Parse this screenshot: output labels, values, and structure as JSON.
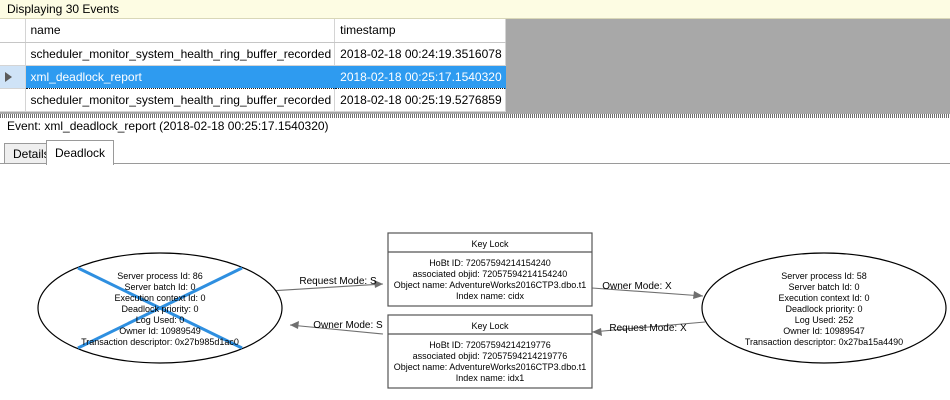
{
  "window": {
    "status_bar": "Displaying 30 Events"
  },
  "events_grid": {
    "columns": [
      "name",
      "timestamp"
    ],
    "rows": [
      {
        "selected": false,
        "indicator": "",
        "name": "scheduler_monitor_system_health_ring_buffer_recorded",
        "timestamp": "2018-02-18 00:24:19.3516078"
      },
      {
        "selected": true,
        "indicator": "row-selector-arrow",
        "name": "xml_deadlock_report",
        "timestamp": "2018-02-18 00:25:17.1540320"
      },
      {
        "selected": false,
        "indicator": "",
        "name": "scheduler_monitor_system_health_ring_buffer_recorded",
        "timestamp": "2018-02-18 00:25:19.5276859"
      }
    ],
    "selection_color": "#2e9bf0",
    "selector_color": "#cfe3f7",
    "empty_area_color": "#a8a8a8"
  },
  "event_detail": {
    "header": "Event: xml_deadlock_report (2018-02-18 00:25:17.1540320)",
    "tabs": [
      {
        "label": "Details",
        "active": false
      },
      {
        "label": "Deadlock",
        "active": true
      }
    ]
  },
  "deadlock_graph": {
    "victim_color": "#2e8fe0",
    "processes": [
      {
        "id": "process-left",
        "victim": true,
        "lines": [
          "Server process Id: 86",
          "Server batch Id: 0",
          "Execution context Id: 0",
          "Deadlock priority: 0",
          "Log Used: 0",
          "Owner Id: 10989549",
          "Transaction descriptor: 0x27b985d1ac0"
        ]
      },
      {
        "id": "process-right",
        "victim": false,
        "lines": [
          "Server process Id: 58",
          "Server batch Id: 0",
          "Execution context Id: 0",
          "Deadlock priority: 0",
          "Log Used: 252",
          "Owner Id: 10989547",
          "Transaction descriptor: 0x27ba15a4490"
        ]
      }
    ],
    "resources": [
      {
        "id": "key-lock-top",
        "title": "Key Lock",
        "lines": [
          "HoBt ID: 72057594214154240",
          "associated objid: 72057594214154240",
          "Object name: AdventureWorks2016CTP3.dbo.t1",
          "Index name: cidx"
        ]
      },
      {
        "id": "key-lock-bottom",
        "title": "Key Lock",
        "lines": [
          "HoBt ID: 72057594214219776",
          "associated objid: 72057594214219776",
          "Object name: AdventureWorks2016CTP3.dbo.t1",
          "Index name: idx1"
        ]
      }
    ],
    "edges": [
      {
        "id": "edge-left-request-top",
        "label": "Request Mode: S"
      },
      {
        "id": "edge-top-owner-right",
        "label": "Owner Mode: X"
      },
      {
        "id": "edge-bottom-owner-left",
        "label": "Owner Mode: S"
      },
      {
        "id": "edge-right-request-bottom",
        "label": "Request Mode: X"
      }
    ]
  }
}
